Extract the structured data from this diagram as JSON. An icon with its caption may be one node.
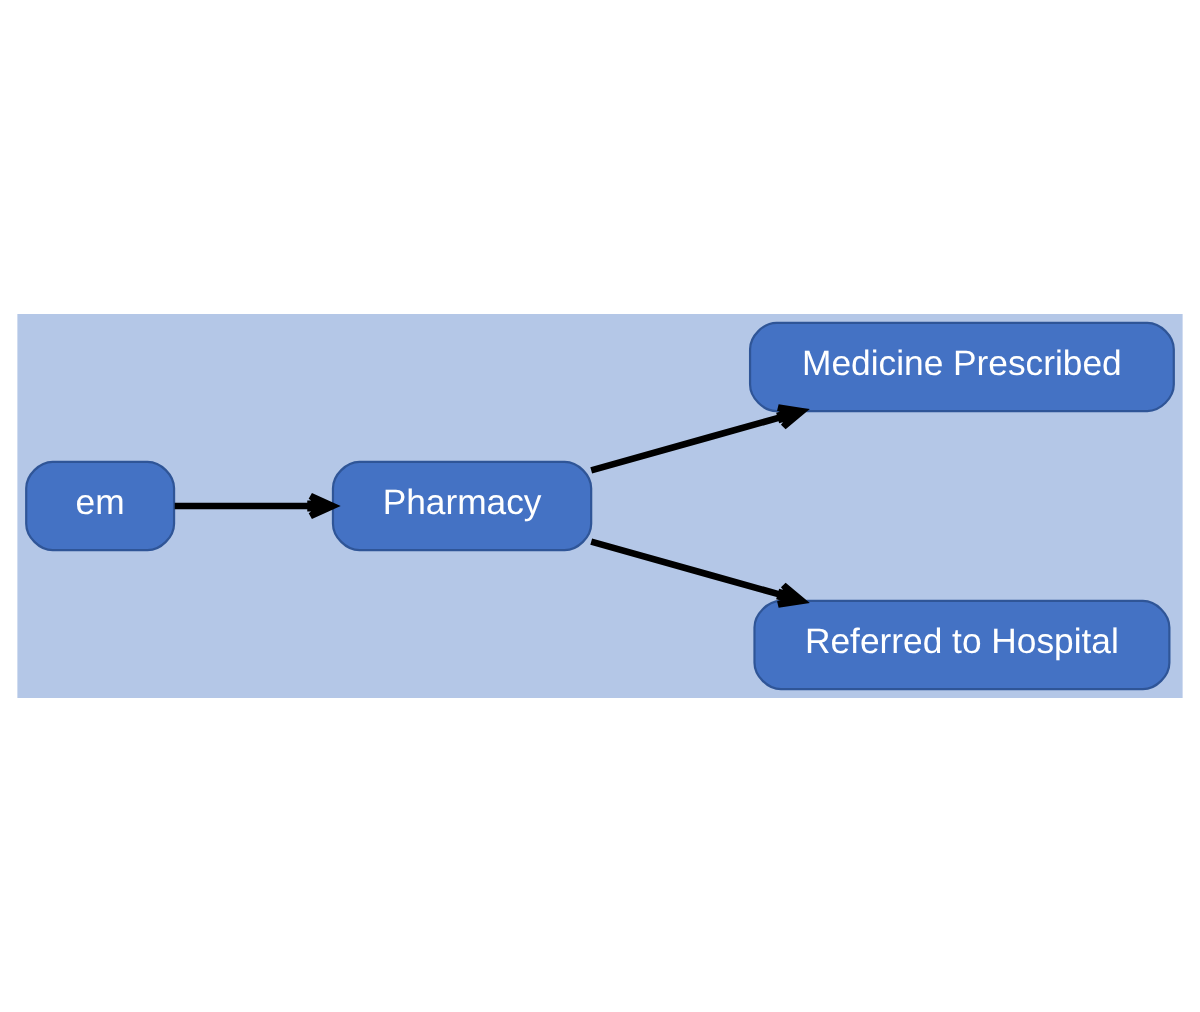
{
  "diagram": {
    "nodes": [
      {
        "text": [
          "em"
        ]
      },
      {
        "text": [
          "Pharmacy"
        ]
      },
      {
        "text": [
          "Medicine Prescribed"
        ]
      },
      {
        "text": [
          "Referred to Hospital"
        ]
      }
    ],
    "edges": [
      {
        "from": 0,
        "to": 1,
        "arrow": "to"
      },
      {
        "from": 1,
        "to": 2,
        "arrow": "to"
      },
      {
        "from": 1,
        "to": 3,
        "arrow": "to"
      }
    ]
  }
}
